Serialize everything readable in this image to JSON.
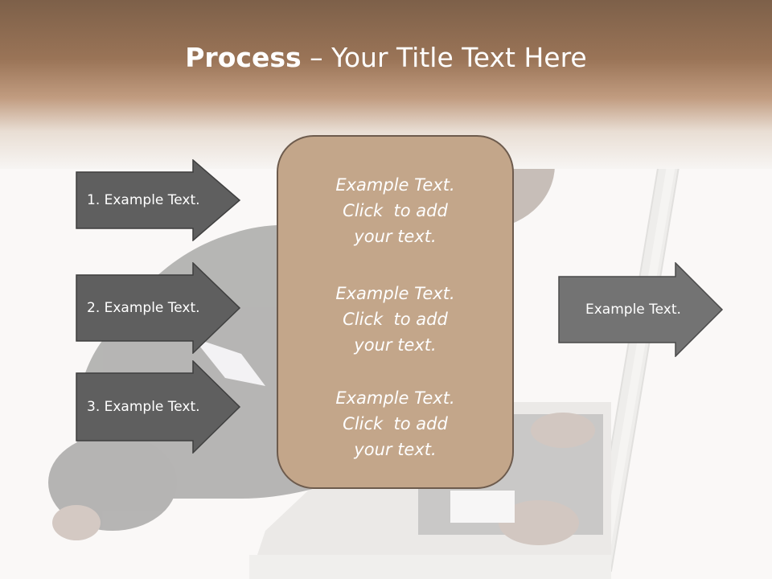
{
  "slide": {
    "title_bold": "Process",
    "title_rest": " – Your Title Text Here"
  },
  "left_arrows": [
    {
      "label": "1. Example Text."
    },
    {
      "label": "2. Example Text."
    },
    {
      "label": "3. Example Text."
    }
  ],
  "right_arrow": {
    "label": "Example Text."
  },
  "center_box": {
    "blocks": [
      {
        "lines": [
          "Example Text.",
          "Click  to add",
          "your text."
        ]
      },
      {
        "lines": [
          "Example Text.",
          "Click  to add",
          "your text."
        ]
      },
      {
        "lines": [
          "Example Text.",
          "Click  to add",
          "your text."
        ]
      }
    ]
  },
  "colors": {
    "header_top": "#7d6049",
    "arrow_fill": "#5f5f5f",
    "right_arrow_fill": "#737373",
    "box_fill": "#c3a68a",
    "box_border": "#6d5b4d"
  }
}
